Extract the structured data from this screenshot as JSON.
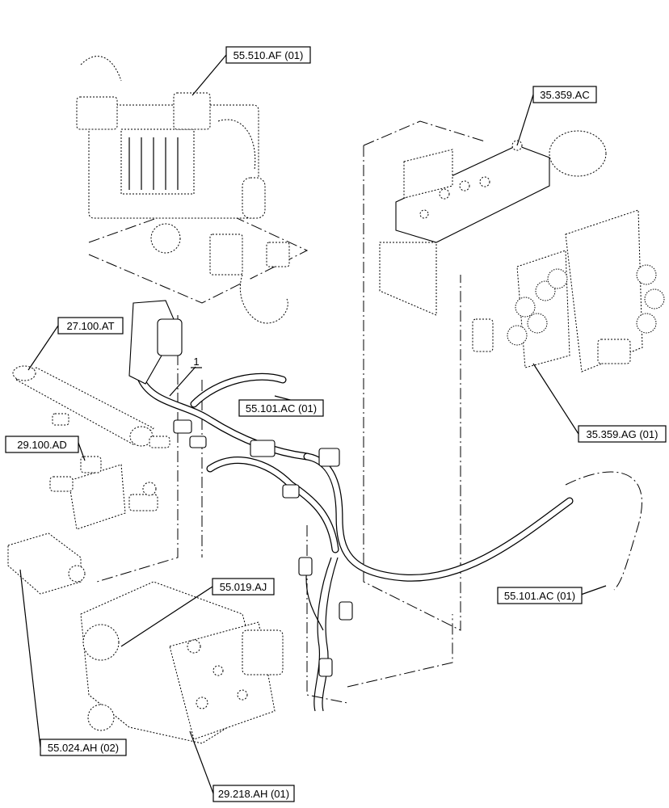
{
  "callouts": [
    {
      "id": "c1",
      "label": "55.510.AF (01)"
    },
    {
      "id": "c2",
      "label": "35.359.AC"
    },
    {
      "id": "c3",
      "label": "27.100.AT"
    },
    {
      "id": "c4",
      "label": "1"
    },
    {
      "id": "c5",
      "label": "55.101.AC (01)"
    },
    {
      "id": "c6",
      "label": "29.100.AD"
    },
    {
      "id": "c7",
      "label": "35.359.AG (01)"
    },
    {
      "id": "c8",
      "label": "55.101.AC (01)"
    },
    {
      "id": "c9",
      "label": "55.019.AJ"
    },
    {
      "id": "c10",
      "label": "55.024.AH (02)"
    },
    {
      "id": "c11",
      "label": "29.218.AH (01)"
    }
  ]
}
